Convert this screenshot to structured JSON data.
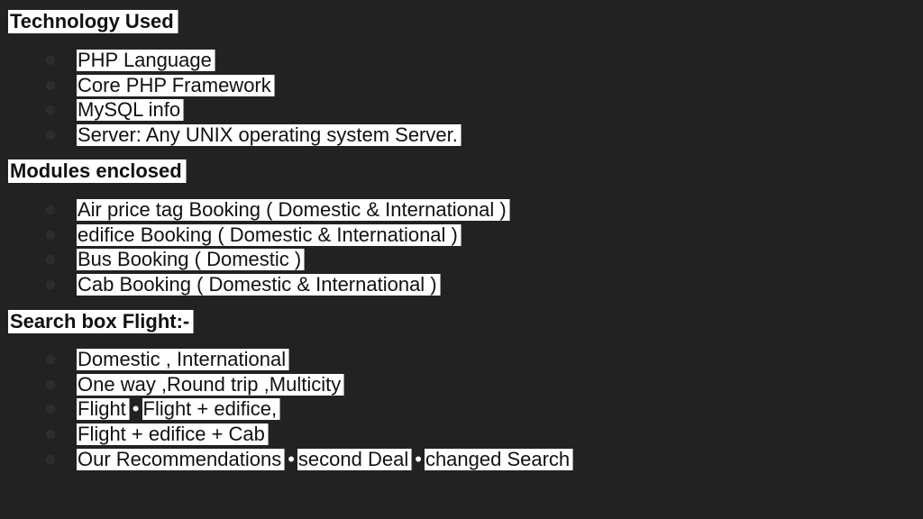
{
  "sections": [
    {
      "heading": "Technology Used",
      "items": [
        [
          "PHP Language"
        ],
        [
          "Core PHP Framework"
        ],
        [
          "MySQL info"
        ],
        [
          "Server: Any UNIX operating system Server."
        ]
      ]
    },
    {
      "heading": "Modules enclosed",
      "items": [
        [
          "Air price tag Booking ( Domestic & International )"
        ],
        [
          "edifice Booking ( Domestic & International )"
        ],
        [
          "Bus Booking ( Domestic )"
        ],
        [
          "Cab Booking ( Domestic & International )"
        ]
      ]
    },
    {
      "heading": "Search box Flight:-",
      "items": [
        [
          "Domestic , International"
        ],
        [
          "One way ,Round trip ,Multicity"
        ],
        [
          "Flight",
          "Flight + edifice,"
        ],
        [
          "Flight + edifice + Cab"
        ],
        [
          "Our Recommendations",
          "second Deal",
          "changed Search"
        ]
      ]
    }
  ],
  "separator": "•"
}
